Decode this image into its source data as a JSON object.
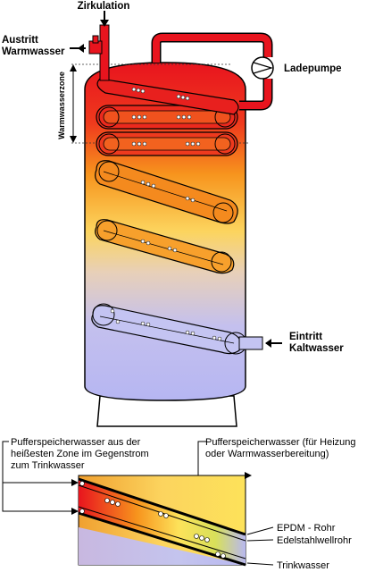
{
  "labels": {
    "zirkulation": "Zirkulation",
    "austritt_line1": "Austritt",
    "austritt_line2": "Warmwasser",
    "warmwasserzone": "Warmwasserzone",
    "ladepumpe": "Ladepumpe",
    "eintritt_line1": "Eintritt",
    "eintritt_line2": "Kaltwasser"
  },
  "detail": {
    "buffer_counterflow_line1": "Pufferspeicherwasser aus der",
    "buffer_counterflow_line2": "heißesten Zone im Gegenstrom",
    "buffer_counterflow_line3": "zum Trinkwasser",
    "buffer_heating_line1": "Pufferspeicherwasser (für Heizung",
    "buffer_heating_line2": "oder Warmwasserbereitung)",
    "epdm": "EPDM - Rohr",
    "edelstahl": "Edelstahlwellrohr",
    "trinkwasser": "Trinkwasser"
  },
  "colors": {
    "hot": "#e8141e",
    "warm": "#f7941d",
    "yellow": "#fde25a",
    "cold": "#b8b8f0",
    "pipe_red": "#e8141e"
  }
}
